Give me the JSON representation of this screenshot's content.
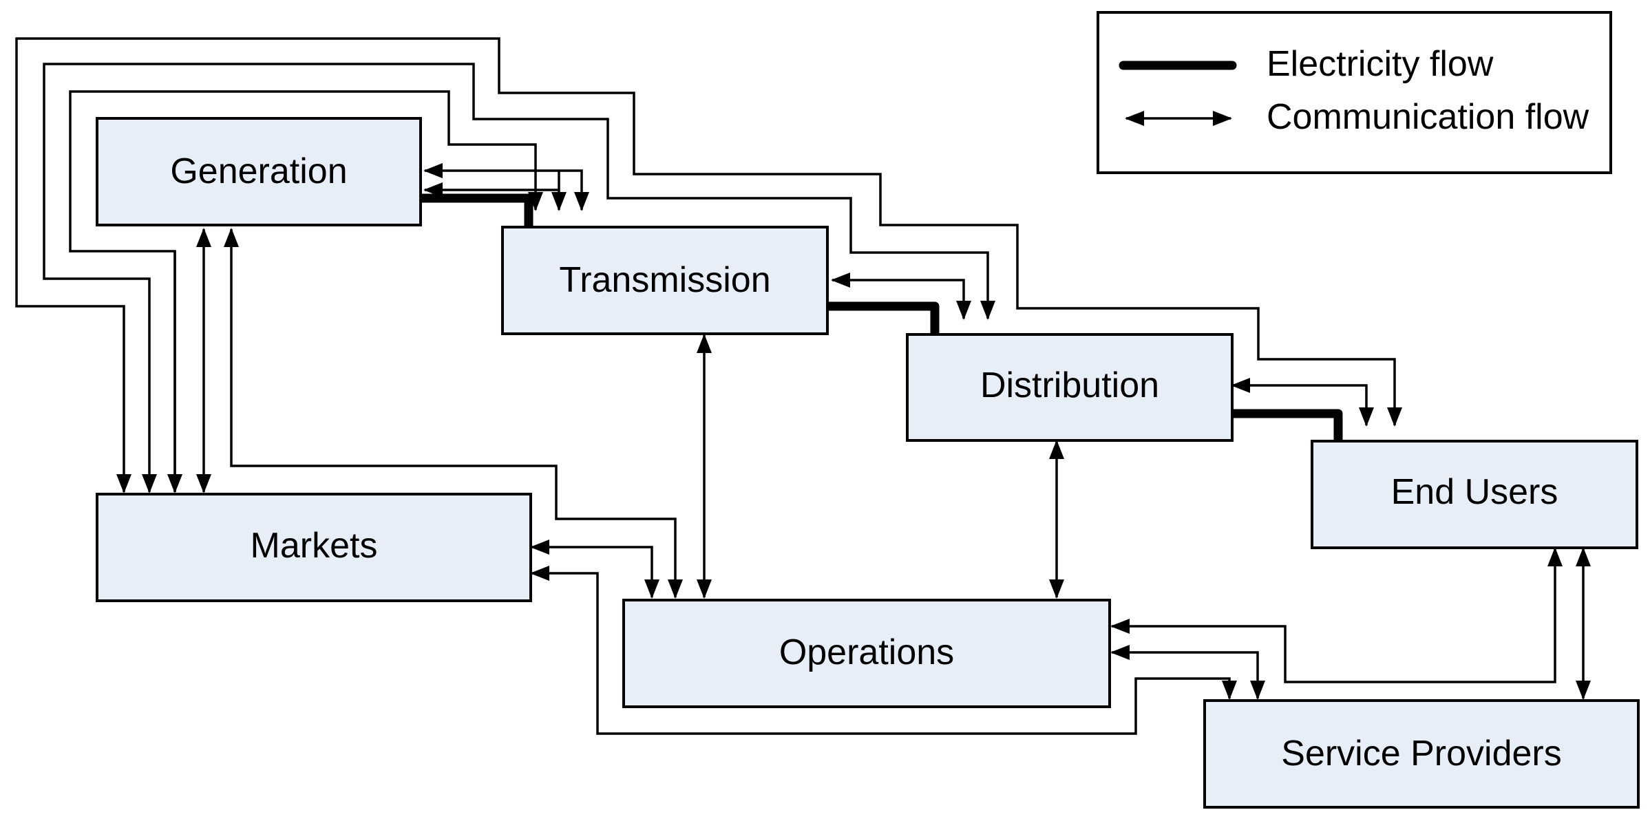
{
  "nodes": {
    "generation": {
      "label": "Generation"
    },
    "transmission": {
      "label": "Transmission"
    },
    "distribution": {
      "label": "Distribution"
    },
    "end_users": {
      "label": "End Users"
    },
    "markets": {
      "label": "Markets"
    },
    "operations": {
      "label": "Operations"
    },
    "service_providers": {
      "label": "Service Providers"
    }
  },
  "legend": {
    "electricity_label": "Electricity flow",
    "communication_label": "Communication flow"
  },
  "colors": {
    "box_fill": "#e8eef8",
    "stroke": "#000000",
    "background": "#ffffff"
  }
}
